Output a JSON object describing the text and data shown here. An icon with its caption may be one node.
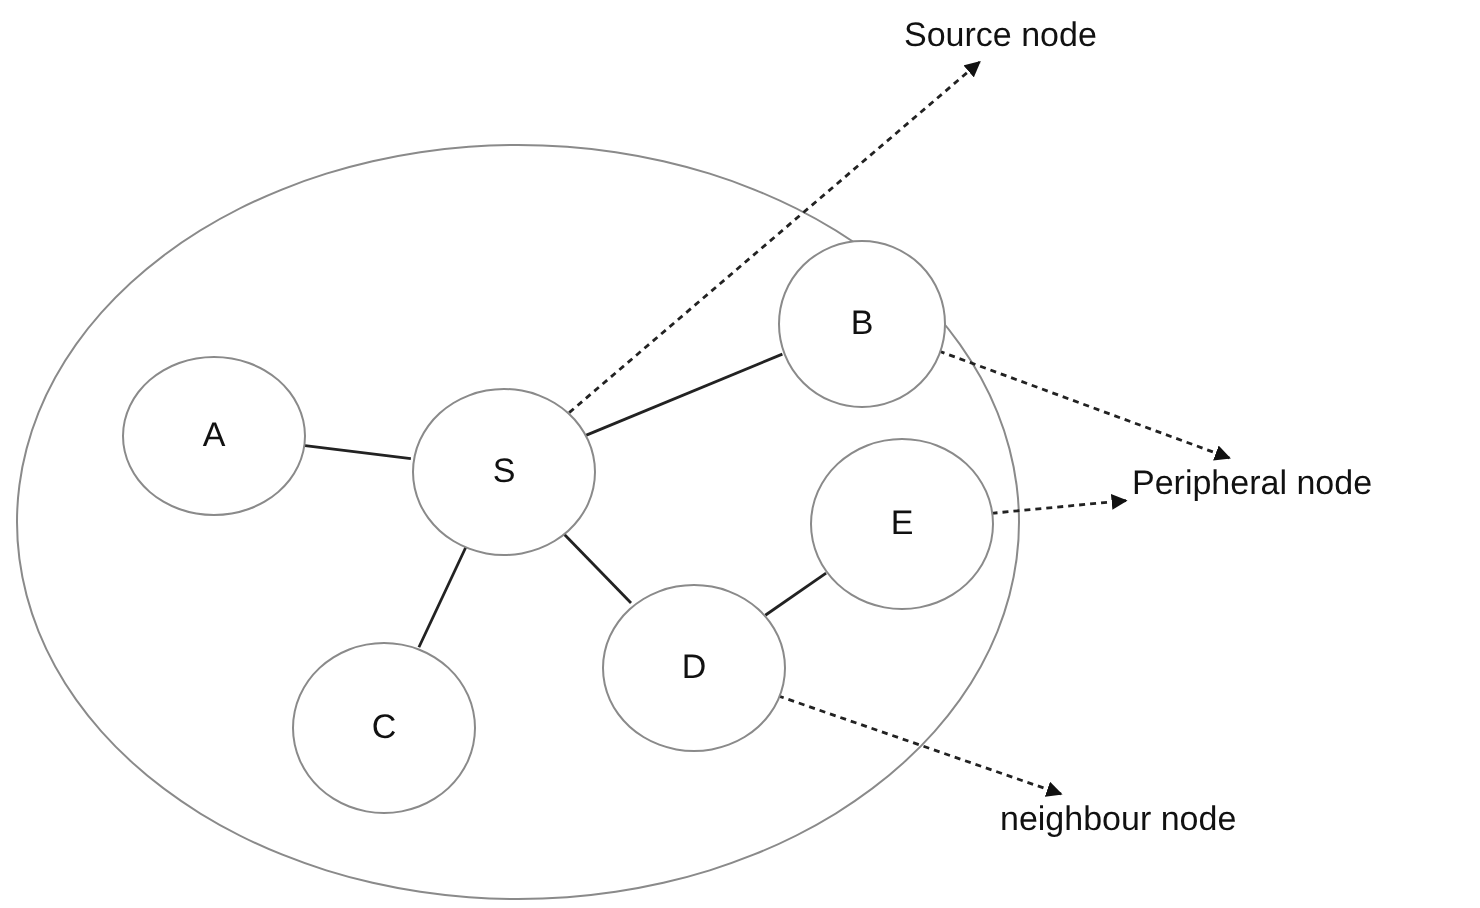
{
  "diagram": {
    "nodes": [
      {
        "text": [],
        "shape": "ellipse"
      },
      {
        "text": [
          "A"
        ],
        "in": 0
      },
      {
        "text": [
          "S"
        ],
        "in": 0
      },
      {
        "text": [
          "B"
        ],
        "in": 0
      },
      {
        "text": [
          "E"
        ],
        "in": 0
      },
      {
        "text": [
          "C"
        ],
        "in": 0
      },
      {
        "text": [
          "D"
        ],
        "in": 0
      },
      {
        "text": [
          "Source node"
        ]
      },
      {
        "text": [
          "Peripheral node"
        ]
      },
      {
        "text": [
          "neighbour node"
        ]
      }
    ],
    "edges": [
      {
        "from": 1,
        "to": 2,
        "arrow": "none"
      },
      {
        "from": 2,
        "to": 3,
        "arrow": "none"
      },
      {
        "from": 2,
        "to": 5,
        "arrow": "none"
      },
      {
        "from": 2,
        "to": 6,
        "arrow": "none"
      },
      {
        "from": 6,
        "to": 4,
        "arrow": "none"
      },
      {
        "from": 2,
        "to": 7,
        "arrow": "to",
        "style": "dashed"
      },
      {
        "from": 3,
        "to": 8,
        "arrow": "to",
        "style": "dashed"
      },
      {
        "from": 4,
        "to": 8,
        "arrow": "to",
        "style": "dashed"
      },
      {
        "from": 6,
        "to": 9,
        "arrow": "to",
        "style": "dashed"
      }
    ]
  }
}
